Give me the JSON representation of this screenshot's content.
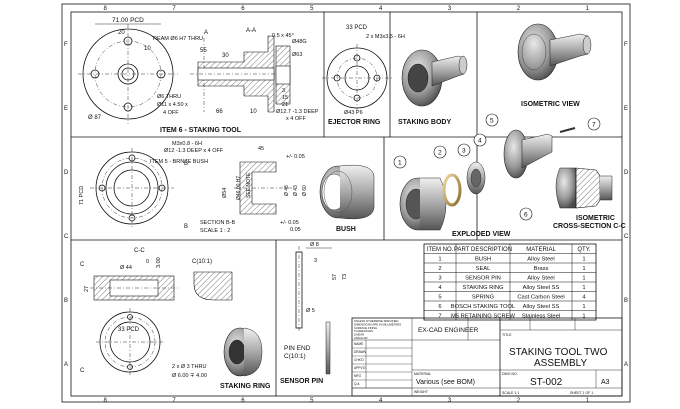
{
  "views": {
    "staking_tool": {
      "title": "ITEM 6 - STAKING TOOL",
      "dims": [
        "71.00 PCD",
        "20",
        "10",
        "REAM Ø6 H7 THRU",
        "Ø6 THRU",
        "Ø11 x 4.50 x",
        "4 OFF",
        "Ø 87",
        "A",
        "A-A",
        "55",
        "30",
        "66",
        "10"
      ]
    },
    "ejector_ring": {
      "title": "EJECTOR RING",
      "dims": [
        "33 PCD",
        "0.5 x 45°",
        "Ø48G",
        "Ø63",
        "3",
        "15",
        "21",
        "Ø12.7 -1.3 DEEP",
        "x 4 OFF",
        "2 x M3x3.5 - 6H",
        "Ø43 P6"
      ]
    },
    "staking_body": {
      "title": "STAKING BODY"
    },
    "isometric": {
      "title": "ISOMETRIC VIEW"
    },
    "bush": {
      "title": "BUSH",
      "dims": [
        "M3x0.8 - 6H",
        "Ø12 -1.3 DEEP x 4 OFF",
        "ITEM 5 - BRNZE BUSH",
        "45",
        "+/- 0.05",
        "71 PCD",
        "Ø54",
        "Ø46.00 H7",
        "SEE NOTE",
        "Ø 48",
        "Ø 43",
        "Ø 60",
        "SECTION B-B",
        "SCALE 1 : 2",
        "+/- 0.05",
        "0.05",
        "B",
        "B"
      ]
    },
    "exploded": {
      "title": "EXPLODED VIEW",
      "balloons": [
        "1",
        "2",
        "3",
        "4",
        "5",
        "6",
        "7"
      ]
    },
    "cross_section": {
      "title_line1": "ISOMETRIC",
      "title_line2": "CROSS-SECTION C-C"
    },
    "staking_ring": {
      "title": "STAKING RING",
      "dims": [
        "C-C",
        "Ø 44",
        "0",
        "3.00",
        "27",
        "C(10:1)",
        "33 PCD",
        "2 x Ø 3 THRU",
        "Ø 6.00 ∓ 4.00",
        "C",
        "C"
      ]
    },
    "sensor_pin": {
      "title": "SENSOR PIN",
      "detail_line1": "PIN END",
      "detail_line2": "C(10:1)",
      "dims": [
        "Ø 8",
        "3",
        "57",
        "73",
        "Ø 5"
      ]
    }
  },
  "bom": {
    "headers": [
      "ITEM NO.",
      "PART DESCRIPTION",
      "MATERIAL",
      "QTY."
    ],
    "rows": [
      [
        "1",
        "BUSH",
        "Alloy Steel",
        "1"
      ],
      [
        "2",
        "SEAL",
        "Brass",
        "1"
      ],
      [
        "3",
        "SENSOR PIN",
        "Alloy Steel",
        "1"
      ],
      [
        "4",
        "STAKING RING",
        "Alloy Steel SS",
        "1"
      ],
      [
        "5",
        "SPRING",
        "Cast Carbon Steel",
        "4"
      ],
      [
        "6",
        "BOSCH STAKING TOOL",
        "Alloy Steel SS",
        "1"
      ],
      [
        "7",
        "M5 RETAINING SCREW",
        "Stainless Steel",
        "1"
      ]
    ]
  },
  "title_block": {
    "company": "EX-CAD ENGINEER",
    "title_line1": "STAKING TOOL TWO",
    "title_line2": "ASSEMBLY",
    "drawing_no": "ST-002",
    "size": "A3",
    "material_label": "MATERIAL",
    "material": "Various (see BOM)",
    "dwg_no_label": "DWG NO.",
    "scale_label": "SCALE 1:1",
    "sheet_label": "SHEET 1 OF 1",
    "weight_label": "WEIGHT",
    "title_label": "TITLE",
    "small_rows": [
      "NAME",
      "DRAWN",
      "CHK'D",
      "APPV'D",
      "MFG",
      "Q.A"
    ],
    "notes": [
      "UNLESS OTHERWISE SPECIFIED",
      "DIMENSIONS ARE IN MILLIMETERS",
      "SURFACE FINISH",
      "TOLERANCES",
      "LINEAR",
      "ANGULAR"
    ]
  },
  "border": {
    "top_zones": [
      "8",
      "7",
      "6",
      "5",
      "4",
      "3",
      "2",
      "1"
    ],
    "side_zones": [
      "F",
      "E",
      "D",
      "C",
      "B",
      "A"
    ]
  }
}
